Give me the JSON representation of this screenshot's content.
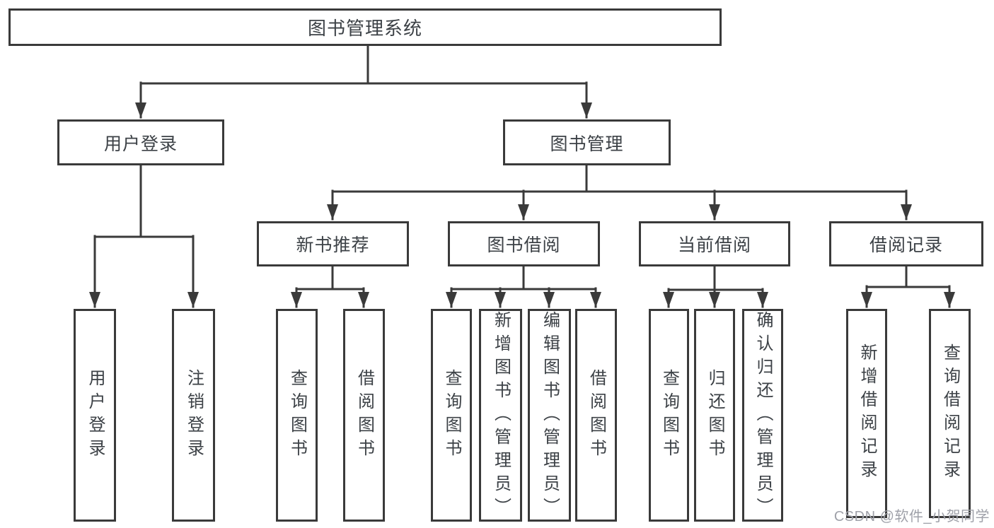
{
  "tree": {
    "label": "图书管理系统",
    "children": [
      {
        "label": "用户登录",
        "children": [
          {
            "label": "用户登录"
          },
          {
            "label": "注销登录"
          }
        ]
      },
      {
        "label": "图书管理",
        "children": [
          {
            "label": "新书推荐",
            "children": [
              {
                "label": "查询图书"
              },
              {
                "label": "借阅图书"
              }
            ]
          },
          {
            "label": "图书借阅",
            "children": [
              {
                "label": "查询图书"
              },
              {
                "label": "新增图书（管理员）"
              },
              {
                "label": "编辑图书（管理员）"
              },
              {
                "label": "借阅图书"
              }
            ]
          },
          {
            "label": "当前借阅",
            "children": [
              {
                "label": "查询图书"
              },
              {
                "label": "归还图书"
              },
              {
                "label": "确认归还（管理员）"
              }
            ]
          },
          {
            "label": "借阅记录",
            "children": [
              {
                "label": "新增借阅记录"
              },
              {
                "label": "查询借阅记录"
              }
            ]
          }
        ]
      }
    ]
  },
  "watermark": {
    "text": "CSDN @软件_小贺同学"
  },
  "colors": {
    "line": "#3a3a3a",
    "text": "#3c4146",
    "background": "#ffffff",
    "watermark": "#9fa1a9"
  }
}
